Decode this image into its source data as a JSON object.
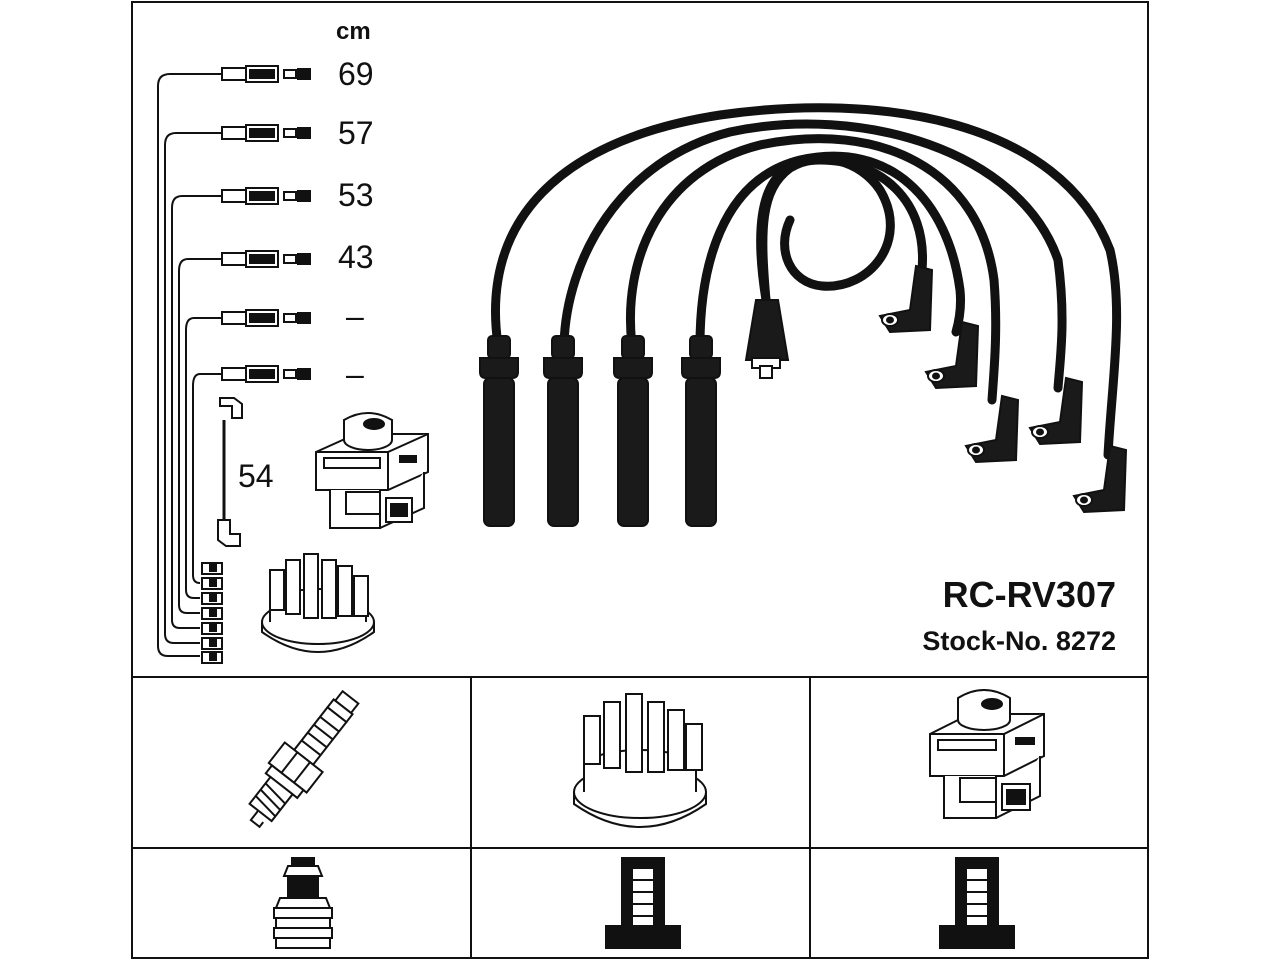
{
  "header": {
    "unit": "cm"
  },
  "lengths": [
    {
      "value": "69"
    },
    {
      "value": "57"
    },
    {
      "value": "53"
    },
    {
      "value": "43"
    },
    {
      "value": "–"
    },
    {
      "value": "–"
    }
  ],
  "coil_lead": {
    "value": "54"
  },
  "product": {
    "model": "RC-RV307",
    "stock": "Stock-No. 8272"
  },
  "icons": {
    "spark_plug": "spark-plug-icon",
    "distributor_cap": "distributor-cap-icon",
    "ignition_coil": "ignition-coil-icon"
  },
  "colors": {
    "line": "#111111",
    "fill": "#1a1a1a",
    "panel": "#ffffff"
  }
}
